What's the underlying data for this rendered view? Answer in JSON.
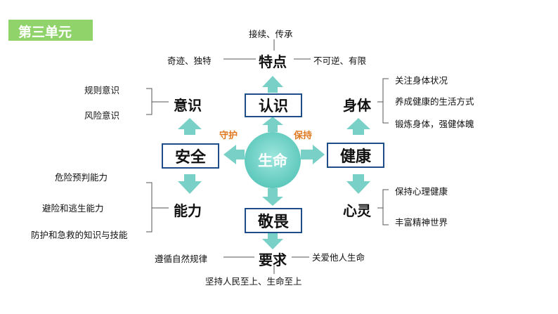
{
  "unit_label": "第三单元",
  "center": "生命",
  "nodes": {
    "renshi": "认识",
    "anquan": "安全",
    "jiankang": "健康",
    "jingwei": "敬畏",
    "tedian": "特点",
    "yishi": "意识",
    "shenti": "身体",
    "nengli": "能力",
    "xinling": "心灵",
    "yaoqiu": "要求"
  },
  "edge_labels": {
    "shouhu": "守护",
    "baochi": "保持"
  },
  "tedian_items": {
    "top": "接续、传承",
    "left": "奇迹、独特",
    "right": "不可逆、有限"
  },
  "yishi_items": [
    "规则意识",
    "风险意识"
  ],
  "shenti_items": [
    "关注身体状况",
    "养成健康的生活方式",
    "锻炼身体，强健体魄"
  ],
  "nengli_items": [
    "危险预判能力",
    "避险和逃生能力",
    "防护和急救的知识与技能"
  ],
  "xinling_items": [
    "保持心理健康",
    "丰富精神世界"
  ],
  "yaoqiu_items": {
    "left": "遵循自然规律",
    "right": "关爱他人生命",
    "bottom": "坚持人民至上、生命至上"
  },
  "colors": {
    "tag_green": "#8fd36a",
    "arrow_teal": "#79d0c6",
    "box_border": "#1d4e89",
    "label_orange": "#e07a22"
  }
}
